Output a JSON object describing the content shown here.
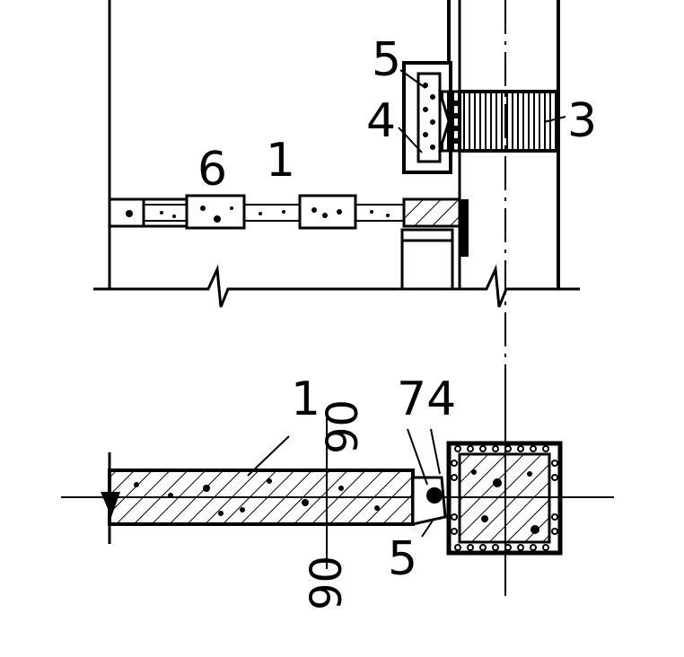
{
  "labels": {
    "top_5": "5",
    "top_4": "4",
    "top_3": "3",
    "top_6": "6",
    "top_1": "1",
    "bottom_1": "1",
    "bottom_74": "74",
    "bottom_5": "5",
    "dim_top": "90",
    "dim_bottom": "90"
  },
  "colors": {
    "ink": "#000000",
    "paper": "#ffffff"
  }
}
